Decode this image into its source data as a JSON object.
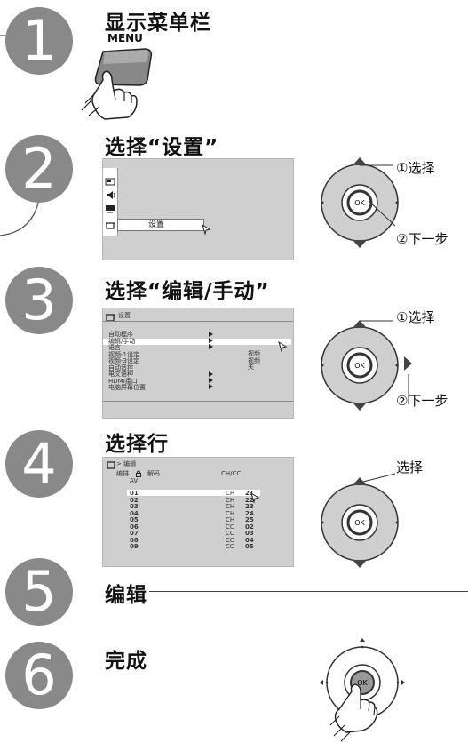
{
  "steps": [
    {
      "number": "1",
      "title": "显示菜单栏",
      "sub": "MENU"
    },
    {
      "number": "2",
      "title": "选择“设置”"
    },
    {
      "number": "3",
      "title": "选择“编辑/手动”"
    },
    {
      "number": "4",
      "title": "选择行"
    },
    {
      "number": "5",
      "title": "编辑"
    },
    {
      "number": "6",
      "title": "完成"
    }
  ],
  "remote": {
    "ok": "OK"
  },
  "step2": {
    "menu_item": "设置",
    "select": "①选择",
    "next": "②下一步"
  },
  "step3": {
    "header": "设置",
    "items": [
      "自动程序",
      "编辑/手动",
      "语言",
      "视频-1设定",
      "视频-3设定",
      "自动音控",
      "电文语种",
      "HDMI接口",
      "电脑屏幕位置"
    ],
    "vals": [
      "视频",
      "视频",
      "关"
    ],
    "select": "①选择",
    "next": "②下一步"
  },
  "step4": {
    "header": "> 编辑",
    "cols": {
      "edit": "编排",
      "lock": "🔒",
      "decode": "解码",
      "chcc": "CH/CC"
    },
    "av": "AV",
    "rows": [
      {
        "no": "01",
        "t": "CH",
        "n": "21"
      },
      {
        "no": "02",
        "t": "CH",
        "n": "22"
      },
      {
        "no": "03",
        "t": "CH",
        "n": "23"
      },
      {
        "no": "04",
        "t": "CH",
        "n": "24"
      },
      {
        "no": "05",
        "t": "CH",
        "n": "25"
      },
      {
        "no": "06",
        "t": "CC",
        "n": "02"
      },
      {
        "no": "07",
        "t": "CC",
        "n": "03"
      },
      {
        "no": "08",
        "t": "CC",
        "n": "04"
      },
      {
        "no": "09",
        "t": "CC",
        "n": "05"
      }
    ],
    "select": "选择"
  }
}
